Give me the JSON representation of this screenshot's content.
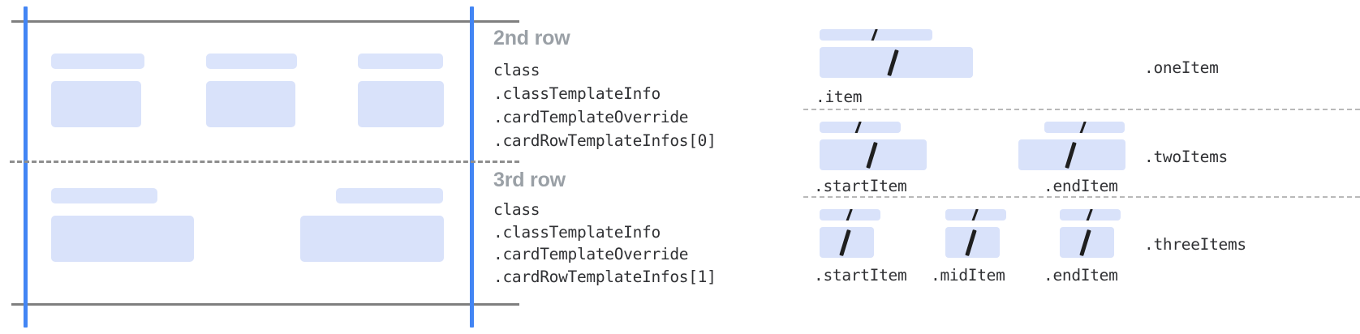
{
  "colors": {
    "placeholder_block": "#d9e2fa",
    "guide_blue": "#4285f4",
    "rule_gray": "#7f7f7f",
    "dashed_gray": "#8e8e8e",
    "heading_gray": "#9aa0a6",
    "mono_text": "#303134",
    "slash_dark": "#1f1f1f",
    "background": "#ffffff"
  },
  "left_diagram": {
    "name": "card-rows-preview",
    "rows": [
      {
        "name": "second-row",
        "columns": [
          {
            "title_block": true,
            "body_block": true
          },
          {
            "title_block": true,
            "body_block": true
          },
          {
            "title_block": true,
            "body_block": true
          }
        ]
      },
      {
        "name": "third-row",
        "columns": [
          {
            "title_block": true,
            "body_block": true
          },
          {
            "title_block": true,
            "body_block": true
          }
        ]
      }
    ]
  },
  "text_column": {
    "blocks": [
      {
        "heading": "2nd row",
        "lines": [
          "class",
          ".classTemplateInfo",
          ".cardTemplateOverride",
          ".cardRowTemplateInfos[0]"
        ]
      },
      {
        "heading": "3rd row",
        "lines": [
          "class",
          ".classTemplateInfo",
          ".cardTemplateOverride",
          ".cardRowTemplateInfos[1]"
        ]
      }
    ]
  },
  "right_diagram": {
    "name": "row-item-variants",
    "sections": [
      {
        "group_label": ".oneItem",
        "items": [
          {
            "label": ".item",
            "glyph": "slash"
          }
        ]
      },
      {
        "group_label": ".twoItems",
        "items": [
          {
            "label": ".startItem",
            "glyph": "slash"
          },
          {
            "label": ".endItem",
            "glyph": "slash"
          }
        ]
      },
      {
        "group_label": ".threeItems",
        "items": [
          {
            "label": ".startItem",
            "glyph": "slash"
          },
          {
            "label": ".midItem",
            "glyph": "slash"
          },
          {
            "label": ".endItem",
            "glyph": "slash"
          }
        ]
      }
    ]
  }
}
